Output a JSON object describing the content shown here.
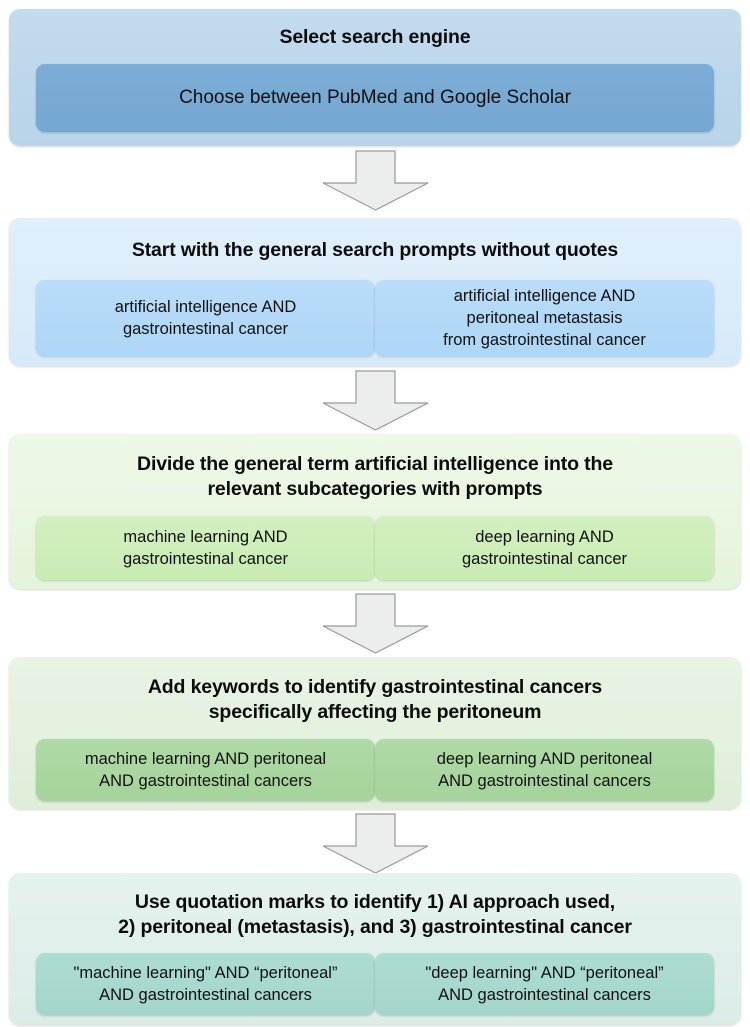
{
  "diagram": {
    "type": "flowchart",
    "orientation": "top-to-bottom",
    "background_color": "#ffffff",
    "connector_icon": "down-arrow-icon",
    "stages": [
      {
        "id": "select-search-engine",
        "title": "Select search engine",
        "outer_color": "#bcd6eb",
        "inner_color": "#76a9d4",
        "substeps": [
          {
            "text": "Choose between PubMed and Google Scholar"
          }
        ]
      },
      {
        "id": "general-search-prompts",
        "title": "Start with the general search prompts without quotes",
        "outer_color": "#dcedfa",
        "inner_color": "#b3d9f7",
        "substeps": [
          {
            "line1": "artificial intelligence AND",
            "line2": "gastrointestinal cancer",
            "line3": ""
          },
          {
            "line1": "artificial intelligence AND",
            "line2": "peritoneal metastasis",
            "line3": "from gastrointestinal cancer"
          }
        ]
      },
      {
        "id": "divide-into-subcategories",
        "title": "Divide the general term artificial intelligence into the relevant subcategories with prompts",
        "outer_color": "#e9f6e1",
        "inner_color": "#cdedb8",
        "substeps": [
          {
            "line1": "machine learning AND",
            "line2": "gastrointestinal cancer",
            "line3": ""
          },
          {
            "line1": "deep learning AND",
            "line2": "gastrointestinal cancer",
            "line3": ""
          }
        ]
      },
      {
        "id": "add-peritoneum-keywords",
        "title": "Add keywords to identify gastrointestinal cancers specifically affecting the peritoneum",
        "outer_color": "#e3f1de",
        "inner_color": "#a9d6a0",
        "substeps": [
          {
            "line1": "machine learning AND peritoneal",
            "line2": "AND gastrointestinal cancers",
            "line3": ""
          },
          {
            "line1": "deep learning AND peritoneal",
            "line2": "AND gastrointestinal cancers",
            "line3": ""
          }
        ]
      },
      {
        "id": "use-quotation-marks",
        "title": "Use quotation marks to identify 1) AI approach used, 2) peritoneal (metastasis), and 3) gastrointestinal cancer",
        "outer_color": "#e0efeb",
        "inner_color": "#a8d9ce",
        "substeps": [
          {
            "line1": "\"machine learning\" AND “peritoneal”",
            "line2": "AND gastrointestinal cancers",
            "line3": ""
          },
          {
            "line1": "\"deep learning\" AND “peritoneal”",
            "line2": "AND gastrointestinal cancers",
            "line3": ""
          }
        ]
      }
    ],
    "titles_multiline": {
      "stage3_line1": "Divide the general term artificial intelligence into the",
      "stage3_line2": "relevant subcategories with prompts",
      "stage4_line1": "Add keywords to identify gastrointestinal cancers",
      "stage4_line2": "specifically affecting the peritoneum",
      "stage5_line1": "Use quotation marks to identify 1) AI approach used,",
      "stage5_line2": "2) peritoneal (metastasis), and 3) gastrointestinal cancer"
    },
    "arrow_style": {
      "fill": "#eceded",
      "stroke": "#9a9a9a"
    }
  }
}
